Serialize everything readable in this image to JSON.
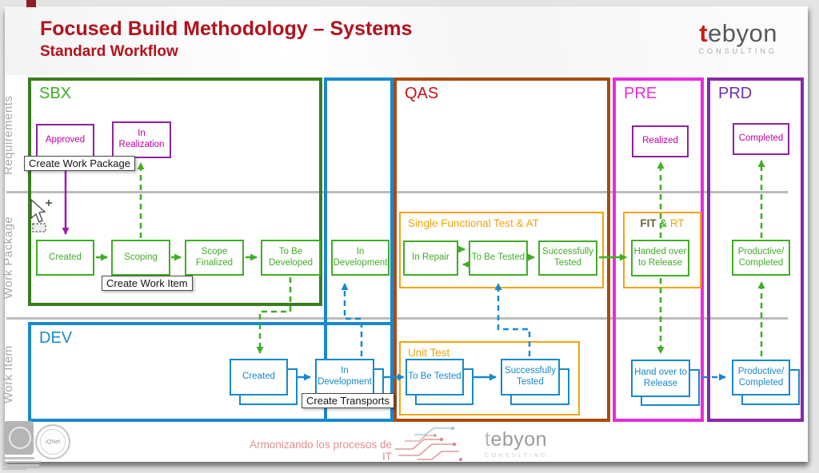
{
  "page": {
    "title": "Focused Build Methodology – Systems",
    "subtitle": "Standard Workflow"
  },
  "brand": {
    "name_t": "t",
    "name_rest": "ebyon",
    "subtitle": "CONSULTING"
  },
  "row_labels": {
    "requirements": "Requirements",
    "work_package": "Work Package",
    "work_item": "Work Item"
  },
  "columns": {
    "sbx": "SBX",
    "qas": "QAS",
    "pre": "PRE",
    "prd": "PRD",
    "dev": "DEV"
  },
  "groups": {
    "single_functional_test": "Single Functional Test & AT",
    "fit": "FIT",
    "fit_amp": "&",
    "fit_rt": "RT",
    "unit_test": "Unit Test"
  },
  "statuses": {
    "approved": "Approved",
    "in_realization": "In Realization",
    "realized": "Realized",
    "completed": "Completed",
    "wp_created": "Created",
    "scoping": "Scoping",
    "scope_finalized": "Scope Finalized",
    "to_be_developed": "To Be Developed",
    "lane_in_development": "In Development",
    "in_repair": "In Repair",
    "wp_to_be_tested": "To Be Tested",
    "wp_successfully_tested": "Successfully Tested",
    "handed_over_to_release": "Handed over to Release",
    "wp_productive_completed": "Productive/ Completed",
    "wi_created": "Created",
    "wi_in_development": "In Development",
    "wi_to_be_tested": "To Be Tested",
    "wi_successfully_tested": "Successfully Tested",
    "wi_hand_over_to_release": "Hand over to Release",
    "wi_productive_completed": "Productive/ Completed"
  },
  "actions": {
    "create_work_package": "Create Work Package",
    "create_work_item": "Create Work Item",
    "create_transports": "Create Transports"
  },
  "footer": {
    "tagline": "Armonizando los procesos de IT",
    "brand_t": "t",
    "brand_rest": "ebyon",
    "brand_subtitle": "CONSULTING",
    "seal_label": "IQNet"
  },
  "colors": {
    "green": "#3FAE25",
    "blue": "#1789CF",
    "qas_border": "#AC4A0E",
    "qas_text": "#C41218",
    "pre": "#E82BDC",
    "prd": "#8B27A8",
    "prd_text": "#7030A0",
    "req_border": "#8E239E",
    "req_text": "#C0009C",
    "purple": "#A01CAC",
    "orange": "#F2A40A",
    "title": "#B3121D",
    "row_label": "#A8A8A8"
  }
}
